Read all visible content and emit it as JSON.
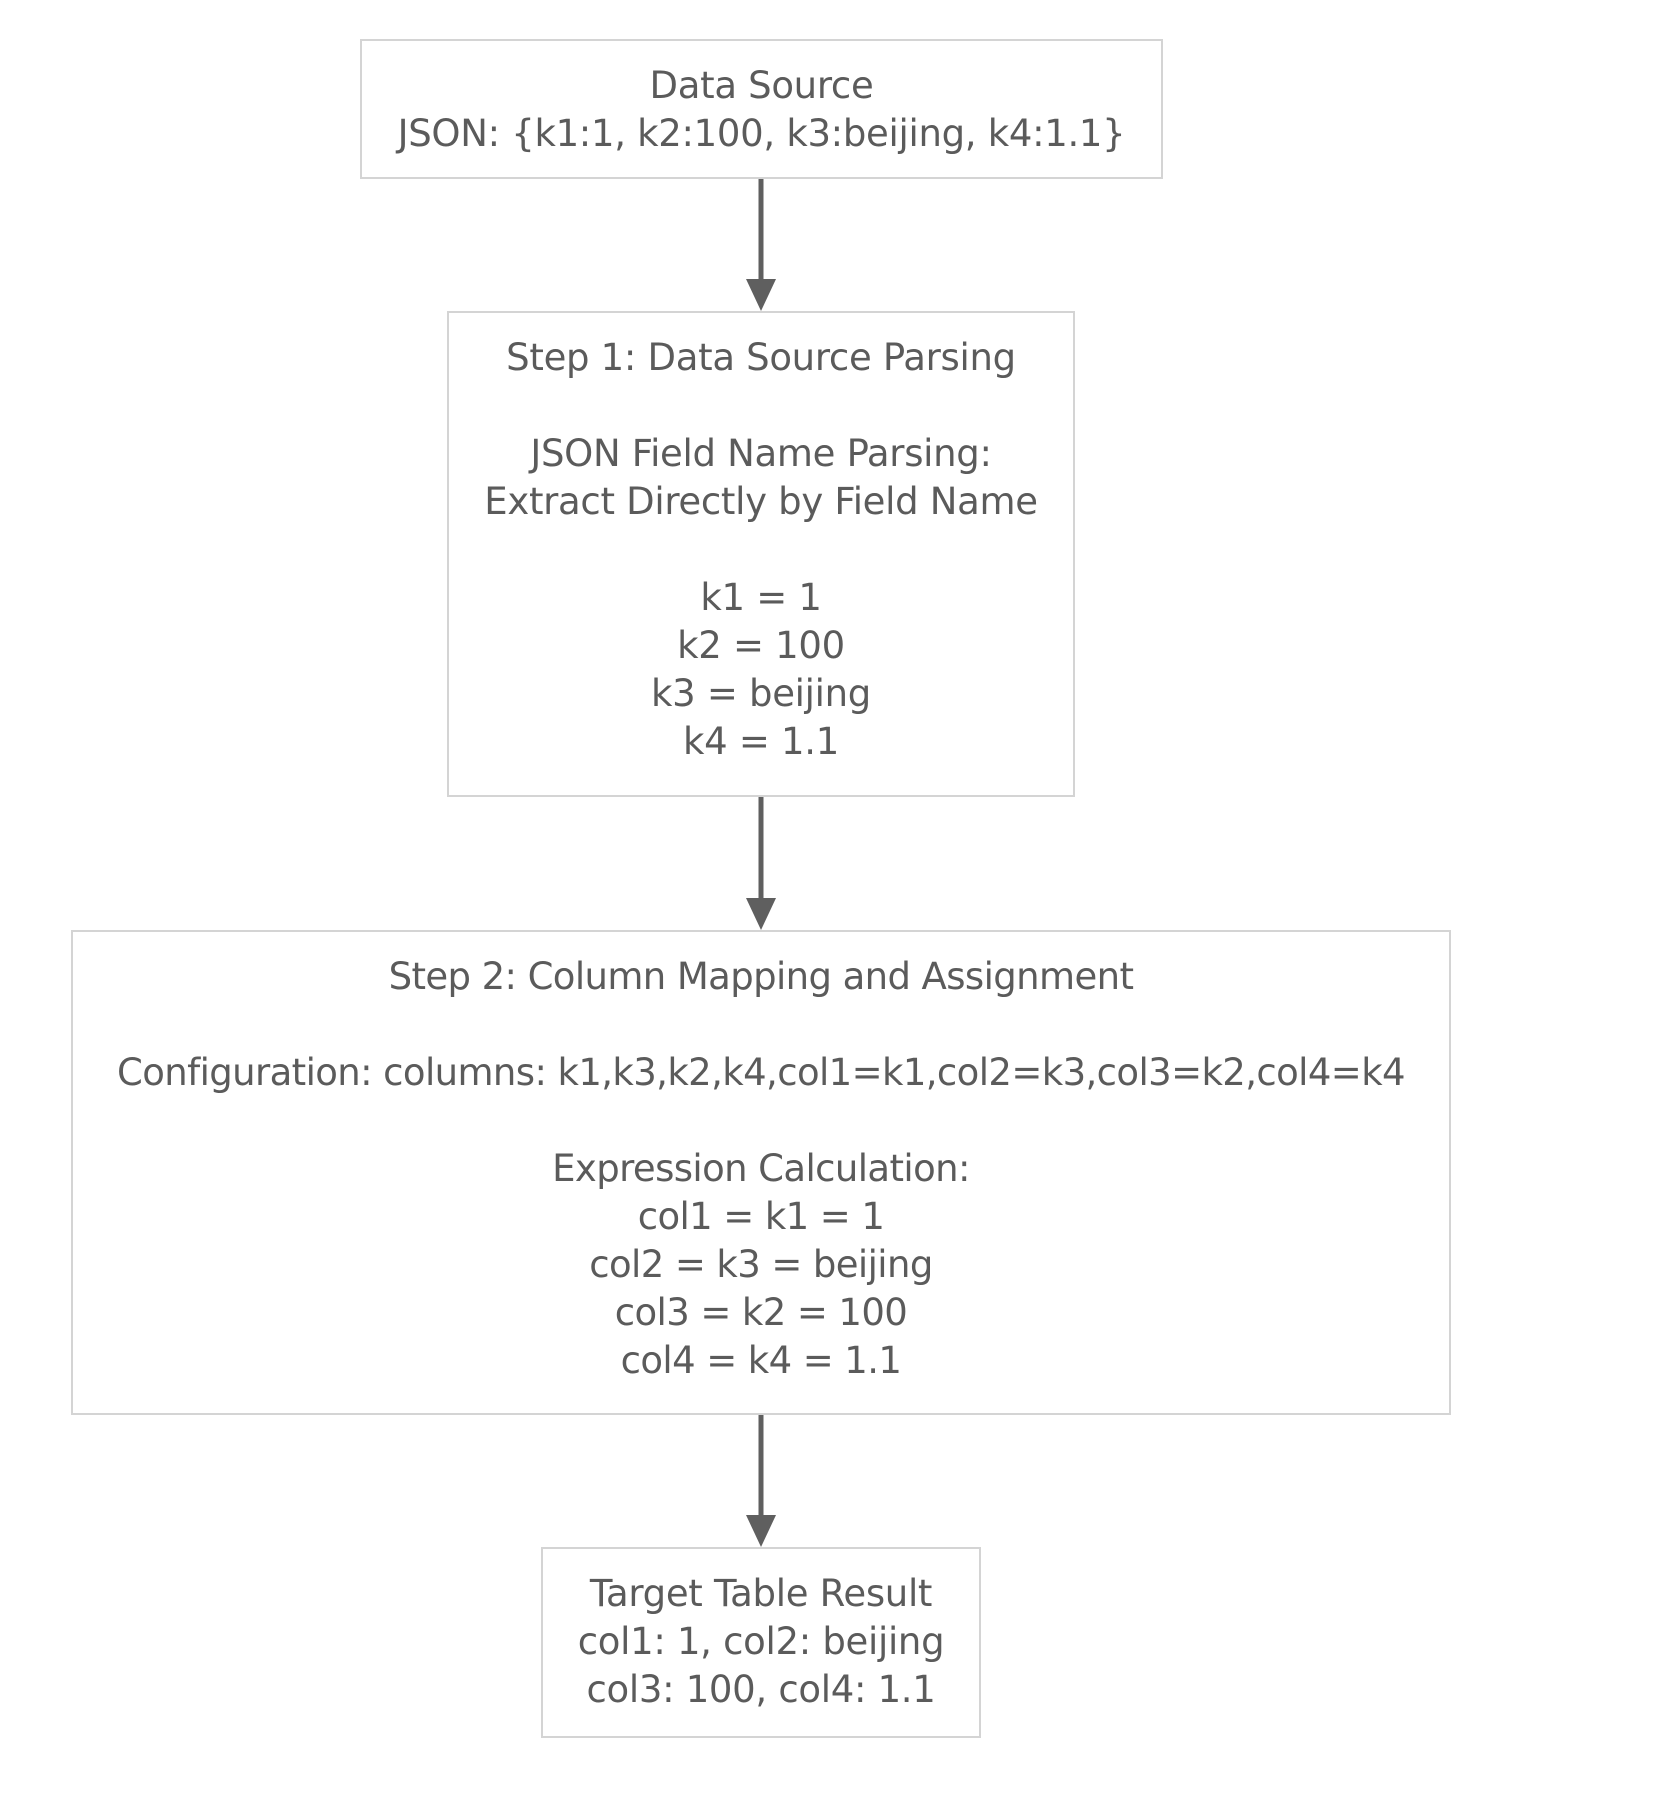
{
  "nodes": {
    "data_source": {
      "lines": [
        "Data Source",
        "JSON: {k1:1, k2:100, k3:beijing, k4:1.1}"
      ]
    },
    "step1": {
      "title": "Step 1: Data Source Parsing",
      "subtitle_lines": [
        "JSON Field Name Parsing:",
        "Extract Directly by Field Name"
      ],
      "values": [
        "k1 = 1",
        "k2 = 100",
        "k3 = beijing",
        "k4 = 1.1"
      ]
    },
    "step2": {
      "title": "Step 2: Column Mapping and Assignment",
      "config": "Configuration: columns: k1,k3,k2,k4,col1=k1,col2=k3,col3=k2,col4=k4",
      "calc_heading": "Expression Calculation:",
      "calc_lines": [
        "col1 = k1 = 1",
        "col2 = k3 = beijing",
        "col3 = k2 = 100",
        "col4 = k4 = 1.1"
      ]
    },
    "target": {
      "lines": [
        "Target Table Result",
        "col1: 1, col2: beijing",
        "col3: 100, col4: 1.1"
      ]
    }
  },
  "edges": [
    {
      "from": "data_source",
      "to": "step1"
    },
    {
      "from": "step1",
      "to": "step2"
    },
    {
      "from": "step2",
      "to": "target"
    }
  ],
  "colors": {
    "node_border": "#d4d4d4",
    "node_fill": "#ffffff",
    "text": "#5b5b5b",
    "edge": "#5f5f5f"
  }
}
